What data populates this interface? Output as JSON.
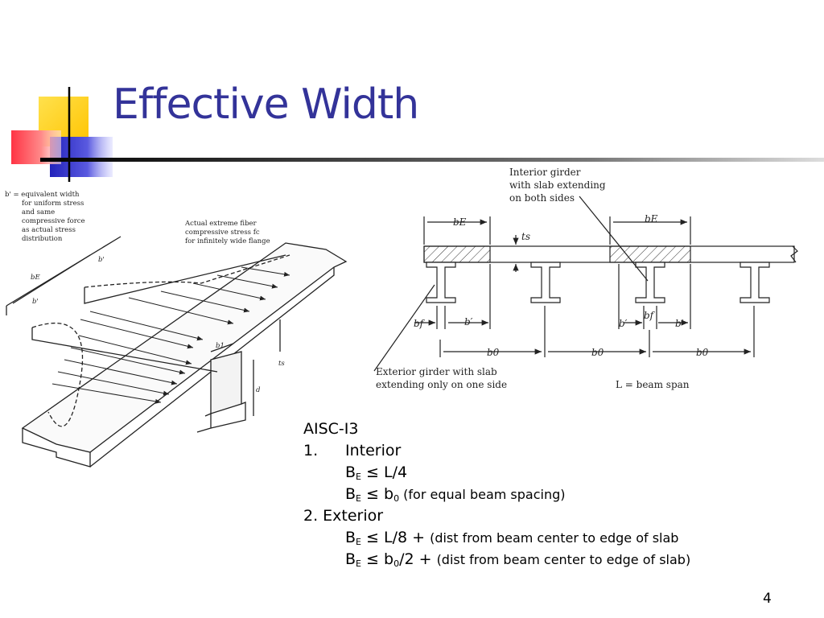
{
  "slide": {
    "title": "Effective Width",
    "page_number": "4"
  },
  "left_figure": {
    "b_prime_definition": [
      "b' =  equivalent width",
      "for uniform stress",
      "and same",
      "compressive force",
      "as actual stress",
      "distribution"
    ],
    "stress_note": [
      "Actual extreme fiber",
      "compressive stress fc",
      "for infinitely wide flange"
    ],
    "labels": {
      "b_prime": "b'",
      "b_E": "bE",
      "b1": "b1",
      "ts": "ts",
      "d": "d"
    }
  },
  "right_figure": {
    "interior_note": [
      "Interior girder",
      "with slab extending",
      "on both sides"
    ],
    "exterior_note": [
      "Exterior girder with slab",
      "extending only on one side"
    ],
    "labels": {
      "b_E": "bE",
      "ts": "ts",
      "bf": "bf",
      "b_prime": "b′",
      "b0": "b0",
      "span": "L = beam span"
    }
  },
  "rules": {
    "heading": "AISC-I3",
    "interior_number": "1.",
    "interior_label": "Interior",
    "interior_eq1_main": "B",
    "interior_eq1_sub": "E",
    "interior_eq1_rest": " ≤ L/4",
    "interior_eq2_main": "B",
    "interior_eq2_sub": "E",
    "interior_eq2_mid": " ≤ b",
    "interior_eq2_sub2": "0",
    "interior_eq2_note": " (for equal beam spacing)",
    "exterior_label": "2. Exterior",
    "exterior_eq1_main": "B",
    "exterior_eq1_sub": "E",
    "exterior_eq1_rest": " ≤ L/8 + ",
    "exterior_eq1_note": "(dist from beam center to edge of slab",
    "exterior_eq2_main": "B",
    "exterior_eq2_sub": "E",
    "exterior_eq2_mid": " ≤ b",
    "exterior_eq2_sub2": "0",
    "exterior_eq2_rest": "/2 + ",
    "exterior_eq2_note": "(dist from beam center to edge of slab)"
  },
  "colors": {
    "title": "#333399",
    "deco_yellow": "#FFD700",
    "deco_red": "#FF3333",
    "deco_blue": "#3333CC",
    "deco_line": "#000000"
  }
}
